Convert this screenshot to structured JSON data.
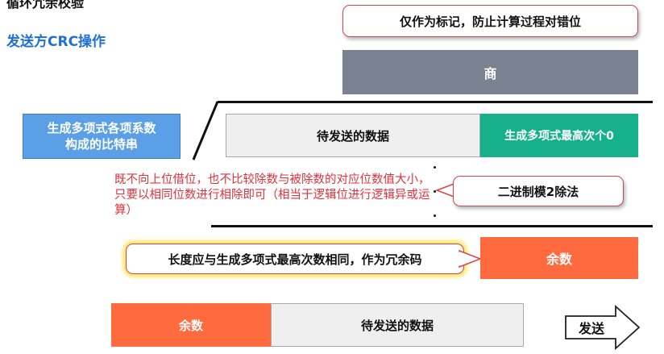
{
  "header": {
    "title": "循环冗余校验",
    "subtitle": "发送方CRC操作"
  },
  "callouts": {
    "marker_note": "仅作为标记，防止计算过程对错位",
    "method_label": "二进制模2除法",
    "remainder_length_note": "长度应与生成多项式最高次数相同，作为冗余码"
  },
  "boxes": {
    "quotient": "商",
    "generator_line1": "生成多项式各项系数",
    "generator_line2": "构成的比特串",
    "data_to_send": "待发送的数据",
    "zeros_appended": "生成多项式最高次个0",
    "remainder": "余数",
    "frame_remainder": "余数",
    "frame_data": "待发送的数据",
    "send": "发送"
  },
  "note": {
    "text": "既不向上位借位，也不比较除数与被除数的对应位数值大小，只要以相同位数进行相除即可（相当于逻辑位进行逻辑异或运算）"
  },
  "colors": {
    "accent_blue": "#1f6fd6",
    "quotient_gray": "#7a8292",
    "generator_blue": "#5b9fe6",
    "zeros_green": "#16b08a",
    "remainder_orange": "#ff6b3e",
    "note_red": "#e2313c",
    "callout_border": "#d9444a",
    "highlight_yellow": "#ffe14a"
  }
}
